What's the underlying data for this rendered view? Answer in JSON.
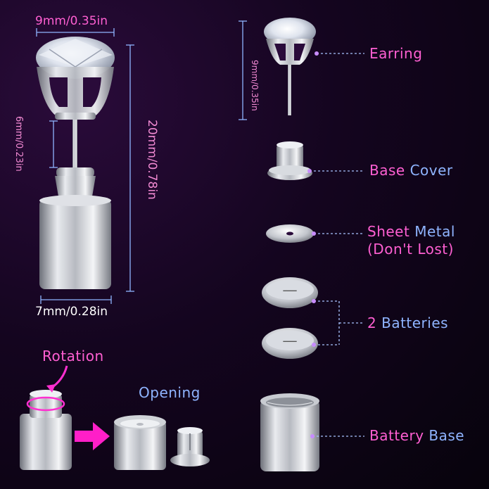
{
  "dimensions": {
    "top_width": "9mm/0.35in",
    "stud_length": "6mm/0.23in",
    "total_height": "20mm/0.78in",
    "base_width": "7mm/0.28in",
    "earring_head": "9mm/0.35in"
  },
  "labels": {
    "rotation": "Rotation",
    "opening": "Opening",
    "earring": "Earring",
    "base_cover_1": "Base",
    "base_cover_2": "Cover",
    "sheet_metal_1": "Sheet",
    "sheet_metal_2": "Metal",
    "sheet_metal_3": "(Don't Lost)",
    "batteries_1": "2",
    "batteries_2": "Batteries",
    "battery_base_1": "Battery",
    "battery_base_2": "Base"
  },
  "colors": {
    "pink": "#ff5fd2",
    "blue": "#8fb4ff",
    "arrow": "#ff1fc8",
    "silver": "#c9ccd2"
  }
}
